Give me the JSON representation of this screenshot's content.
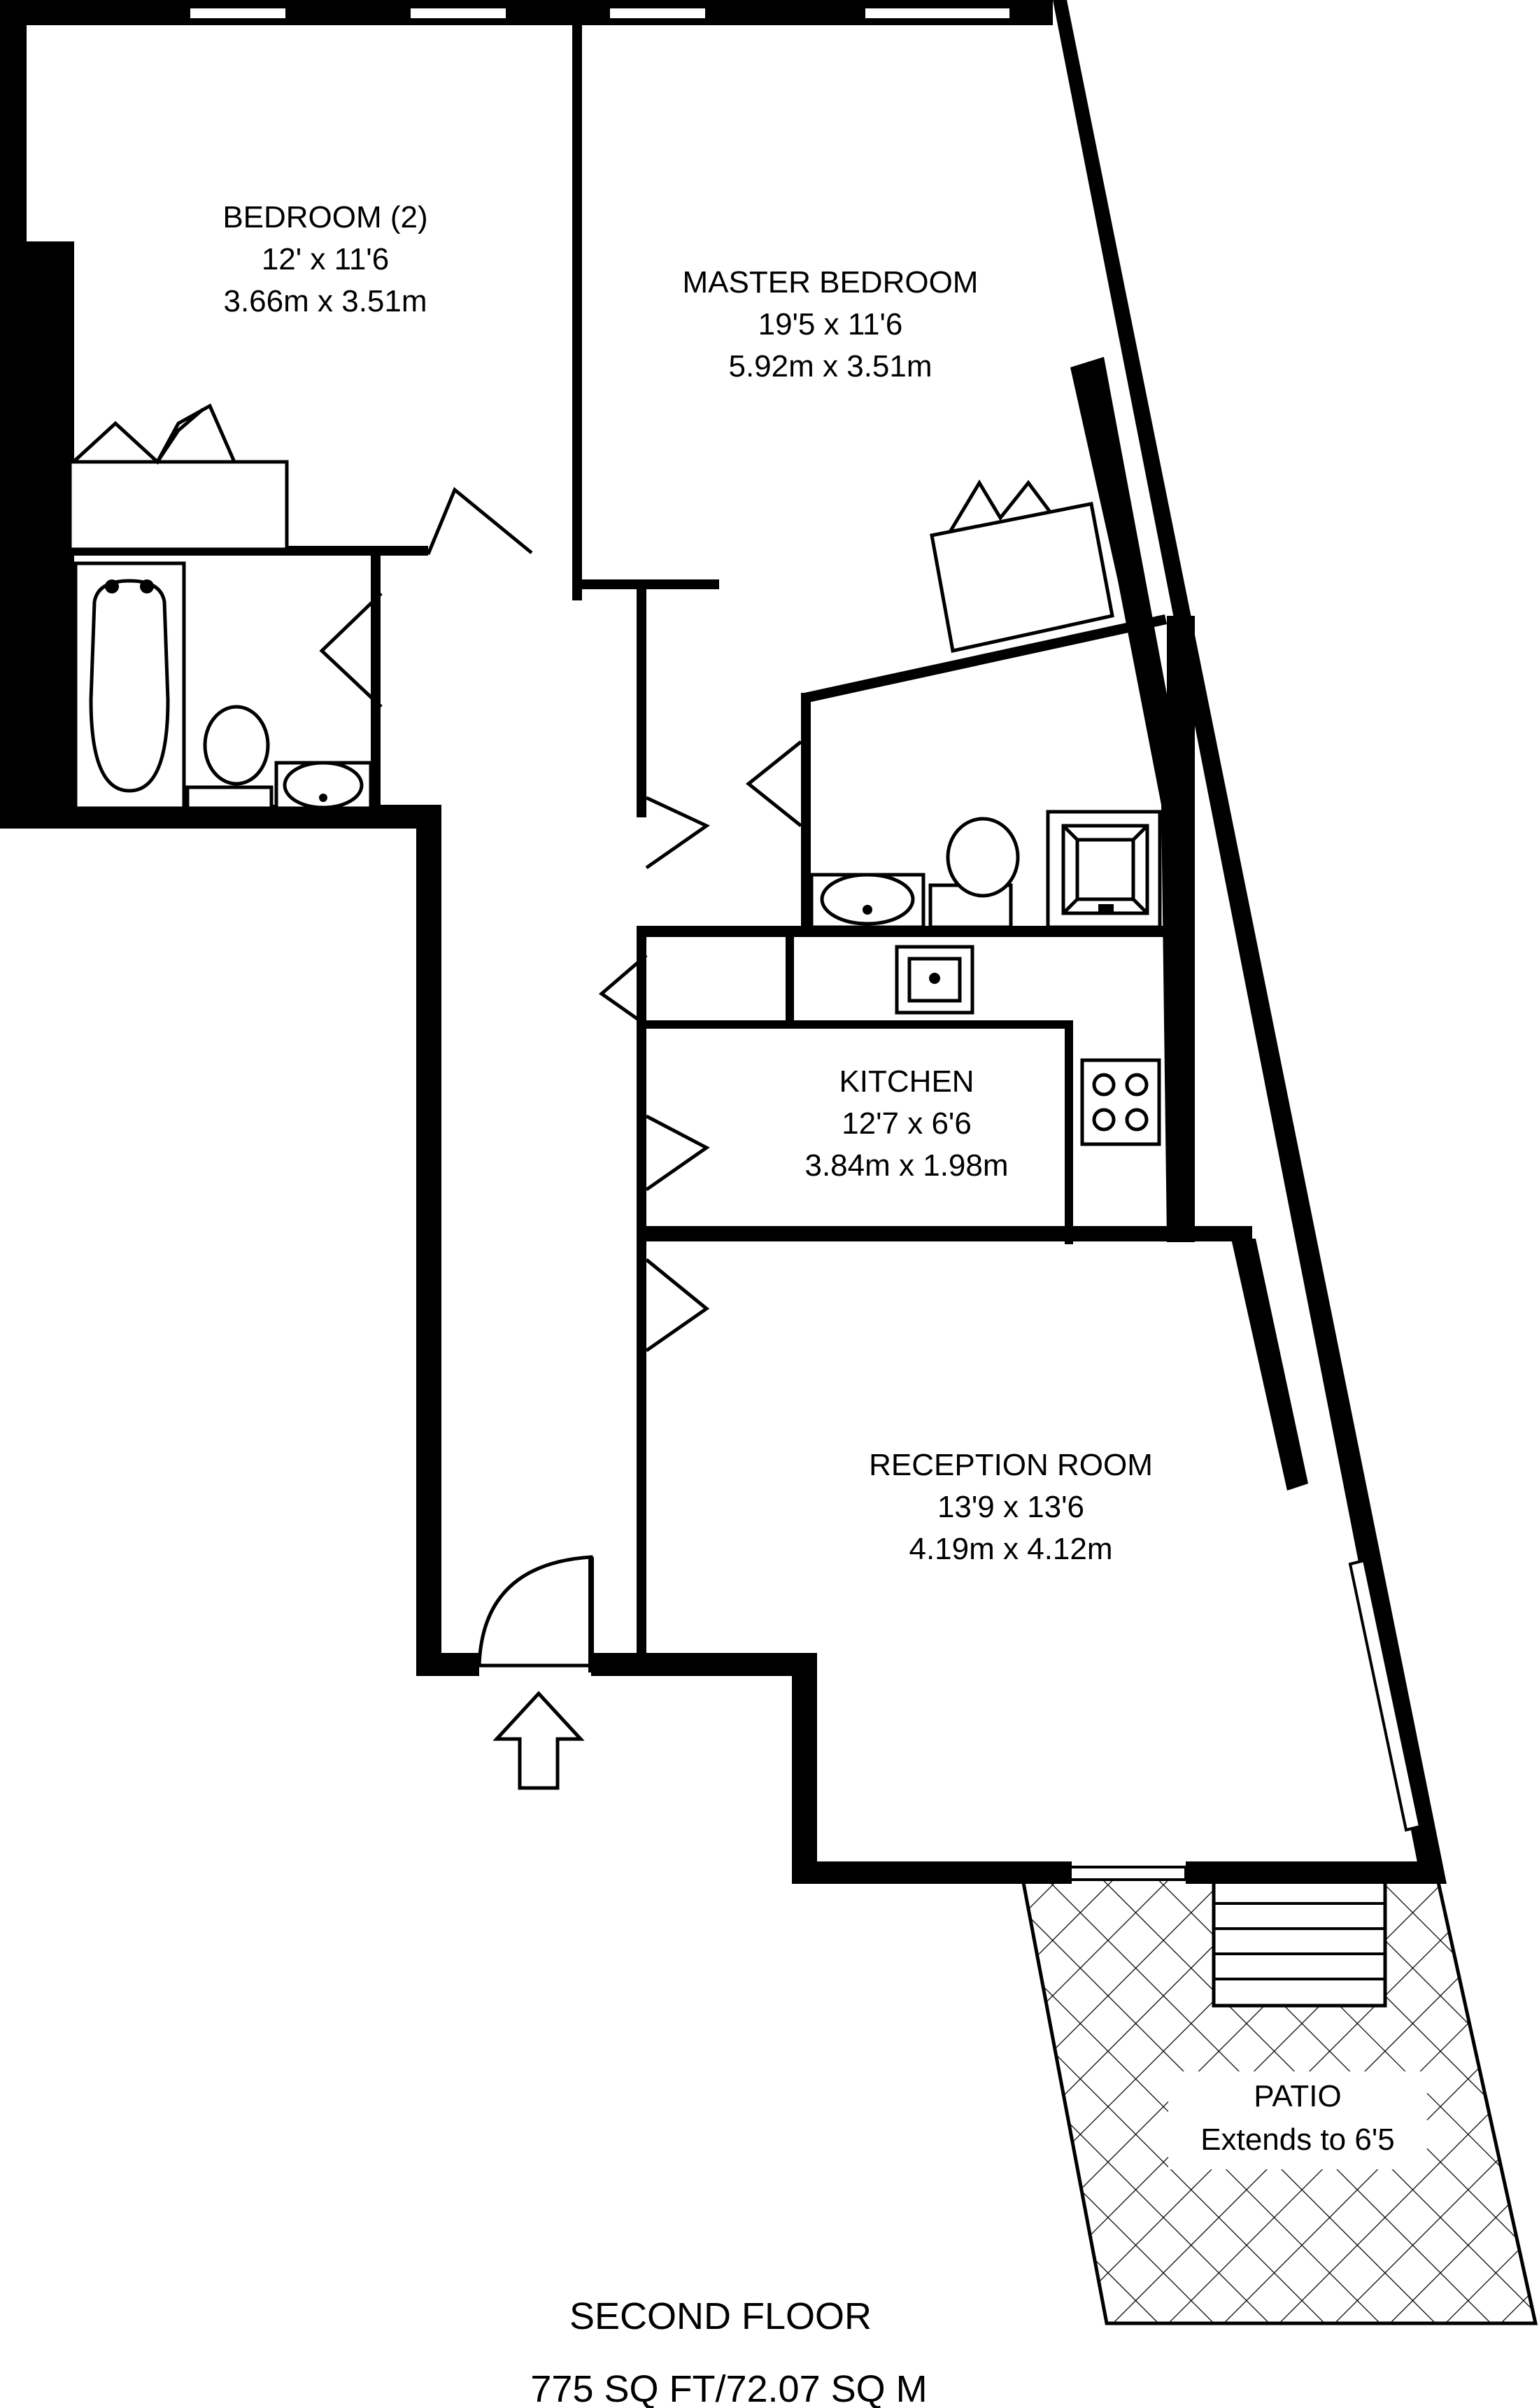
{
  "floor": {
    "title": "SECOND FLOOR",
    "area": "775 SQ FT/72.07 SQ M"
  },
  "rooms": {
    "bedroom2": {
      "name": "BEDROOM (2)",
      "imperial": "12' x 11'6",
      "metric": "3.66m x 3.51m"
    },
    "master": {
      "name": "MASTER BEDROOM",
      "imperial": "19'5 x 11'6",
      "metric": "5.92m x 3.51m"
    },
    "kitchen": {
      "name": "KITCHEN",
      "imperial": "12'7 x 6'6",
      "metric": "3.84m x 1.98m"
    },
    "reception": {
      "name": "RECEPTION ROOM",
      "imperial": "13'9 x 13'6",
      "metric": "4.19m x 4.12m"
    },
    "patio": {
      "name": "PATIO",
      "note": "Extends to 6'5"
    }
  },
  "colors": {
    "wall": "#000000",
    "background": "#ffffff"
  }
}
